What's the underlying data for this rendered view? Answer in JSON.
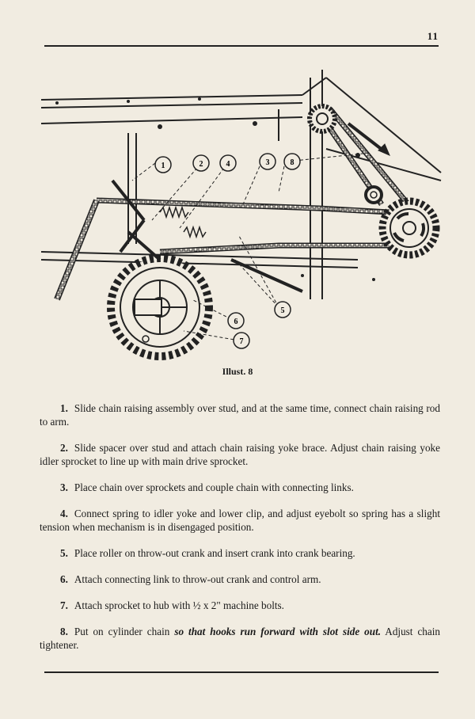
{
  "page": {
    "number": "11"
  },
  "illustration": {
    "caption": "Illust. 8",
    "callouts": [
      "1",
      "2",
      "4",
      "3",
      "8",
      "5",
      "6",
      "7"
    ]
  },
  "steps": [
    {
      "num": "1.",
      "pre": "Slide chain raising assembly over stud, and at the same time, connect chain raising rod to arm.",
      "em": "",
      "post": ""
    },
    {
      "num": "2.",
      "pre": "Slide spacer over stud and attach chain raising yoke brace.  Adjust chain raising yoke idler sprocket to line up with main drive sprocket.",
      "em": "",
      "post": ""
    },
    {
      "num": "3.",
      "pre": "Place chain over sprockets and couple chain with connecting links.",
      "em": "",
      "post": ""
    },
    {
      "num": "4.",
      "pre": "Connect spring to idler yoke and lower clip, and adjust eyebolt so spring has a slight tension when mechanism is in disengaged position.",
      "em": "",
      "post": ""
    },
    {
      "num": "5.",
      "pre": "Place roller on throw-out crank and insert crank into crank bearing.",
      "em": "",
      "post": ""
    },
    {
      "num": "6.",
      "pre": "Attach connecting link to throw-out crank and control arm.",
      "em": "",
      "post": ""
    },
    {
      "num": "7.",
      "pre": "Attach sprocket to hub with ½ x 2\" machine bolts.",
      "em": "",
      "post": ""
    },
    {
      "num": "8.",
      "pre": "Put on cylinder chain ",
      "em": "so that hooks run forward with slot side out.",
      "post": "  Adjust chain tightener."
    }
  ]
}
